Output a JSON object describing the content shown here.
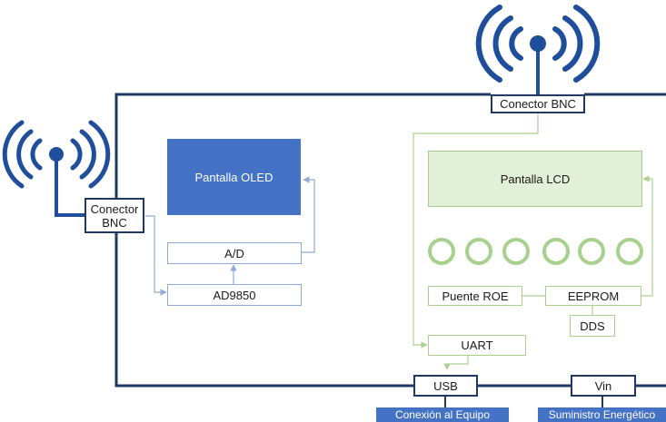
{
  "antennas": [
    {
      "id": "right",
      "label": "Conector BNC",
      "icon": "antenna-icon"
    },
    {
      "id": "left",
      "label_line1": "Conector",
      "label_line2": "BNC",
      "icon": "antenna-icon"
    }
  ],
  "blocks": {
    "oled": "Pantalla OLED",
    "ad": "A/D",
    "ad9850": "AD9850",
    "lcd": "Pantalla LCD",
    "puente_roe": "Puente ROE",
    "eeprom": "EEPROM",
    "dds": "DDS",
    "uart": "UART",
    "usb": "USB",
    "vin": "Vin"
  },
  "tags": {
    "usb": "Conexión al Equipo",
    "vin": "Suministro Energético"
  },
  "knob_count": 6,
  "colors": {
    "antenna": "#1f4e9c",
    "frame": "#1f3864",
    "oled": "#4472c4",
    "lcd_fill": "#e2f0d9",
    "green_line": "#a9d18e",
    "blue_line": "#8eaadb",
    "tag": "#4472c4"
  }
}
